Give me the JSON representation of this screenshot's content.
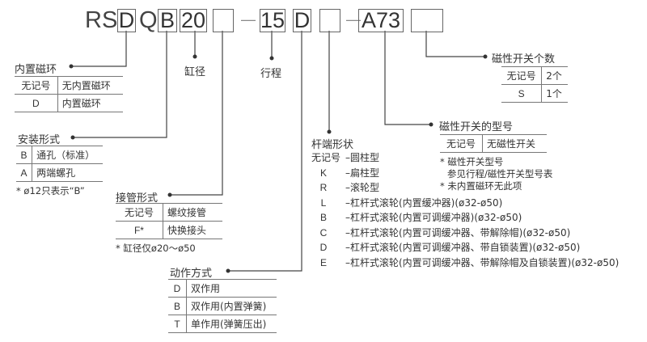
{
  "code": {
    "prefix": "RS",
    "d": "D",
    "q": "Q",
    "b": "B",
    "bore": "20",
    "blank1": "",
    "dash1": "—",
    "stroke": "15",
    "d2": "D",
    "blank2": "",
    "dash2": "—",
    "sw": "A73",
    "blank3": ""
  },
  "magnet": {
    "title": "内置磁环",
    "rows": [
      {
        "k": "无记号",
        "v": "无内置磁环"
      },
      {
        "k": "D",
        "v": "内置磁环"
      }
    ]
  },
  "mount": {
    "title": "安装形式",
    "rows": [
      {
        "k": "B",
        "v": "通孔（标准）"
      },
      {
        "k": "A",
        "v": "两端螺孔"
      }
    ],
    "note": "* ø12只表示“B”"
  },
  "bore_label": "缸径",
  "stroke_label": "行程",
  "port": {
    "title": "接管形式",
    "rows": [
      {
        "k": "无记号",
        "v": "螺纹接管"
      },
      {
        "k": "F*",
        "v": "快换接头"
      }
    ],
    "note": "* 缸径仅ø20～ø50"
  },
  "action": {
    "title": "动作方式",
    "rows": [
      {
        "k": "D",
        "v": "双作用"
      },
      {
        "k": "B",
        "v": "双作用(内置弹簧)"
      },
      {
        "k": "T",
        "v": "单作用(弹簧压出)"
      }
    ]
  },
  "rod": {
    "title": "杆端形状",
    "items": [
      {
        "k": "无记号",
        "v": "–圆柱型"
      },
      {
        "k": "K",
        "v": "–扁柱型"
      },
      {
        "k": "R",
        "v": "–滚轮型"
      },
      {
        "k": "L",
        "v": "–杠杆式滚轮(内置缓冲器)(ø32-ø50)"
      },
      {
        "k": "B",
        "v": "–杠杆式滚轮(内置可调缓冲器)(ø32-ø50)"
      },
      {
        "k": "C",
        "v": "–杠杆式滚轮(内置可调缓冲器、带解除帽)(ø32-ø50)"
      },
      {
        "k": "D",
        "v": "–杠杆式滚轮(内置可调缓冲器、带自锁装置)(ø32-ø50)"
      },
      {
        "k": "E",
        "v": "–杠杆式滚轮(内置可调缓冲器、带解除帽及自锁装置)(ø32-ø50)"
      }
    ]
  },
  "switch_model": {
    "title": "磁性开关的型号",
    "rows": [
      {
        "k": "无记号",
        "v": "无磁性开关"
      }
    ],
    "notes": [
      "* 磁性开关型号",
      "参见行程/磁性开关型号表",
      "* 未内置磁环无此项"
    ]
  },
  "switch_count": {
    "title": "磁性开关个数",
    "rows": [
      {
        "k": "无记号",
        "v": "2个"
      },
      {
        "k": "S",
        "v": "1个"
      }
    ]
  }
}
